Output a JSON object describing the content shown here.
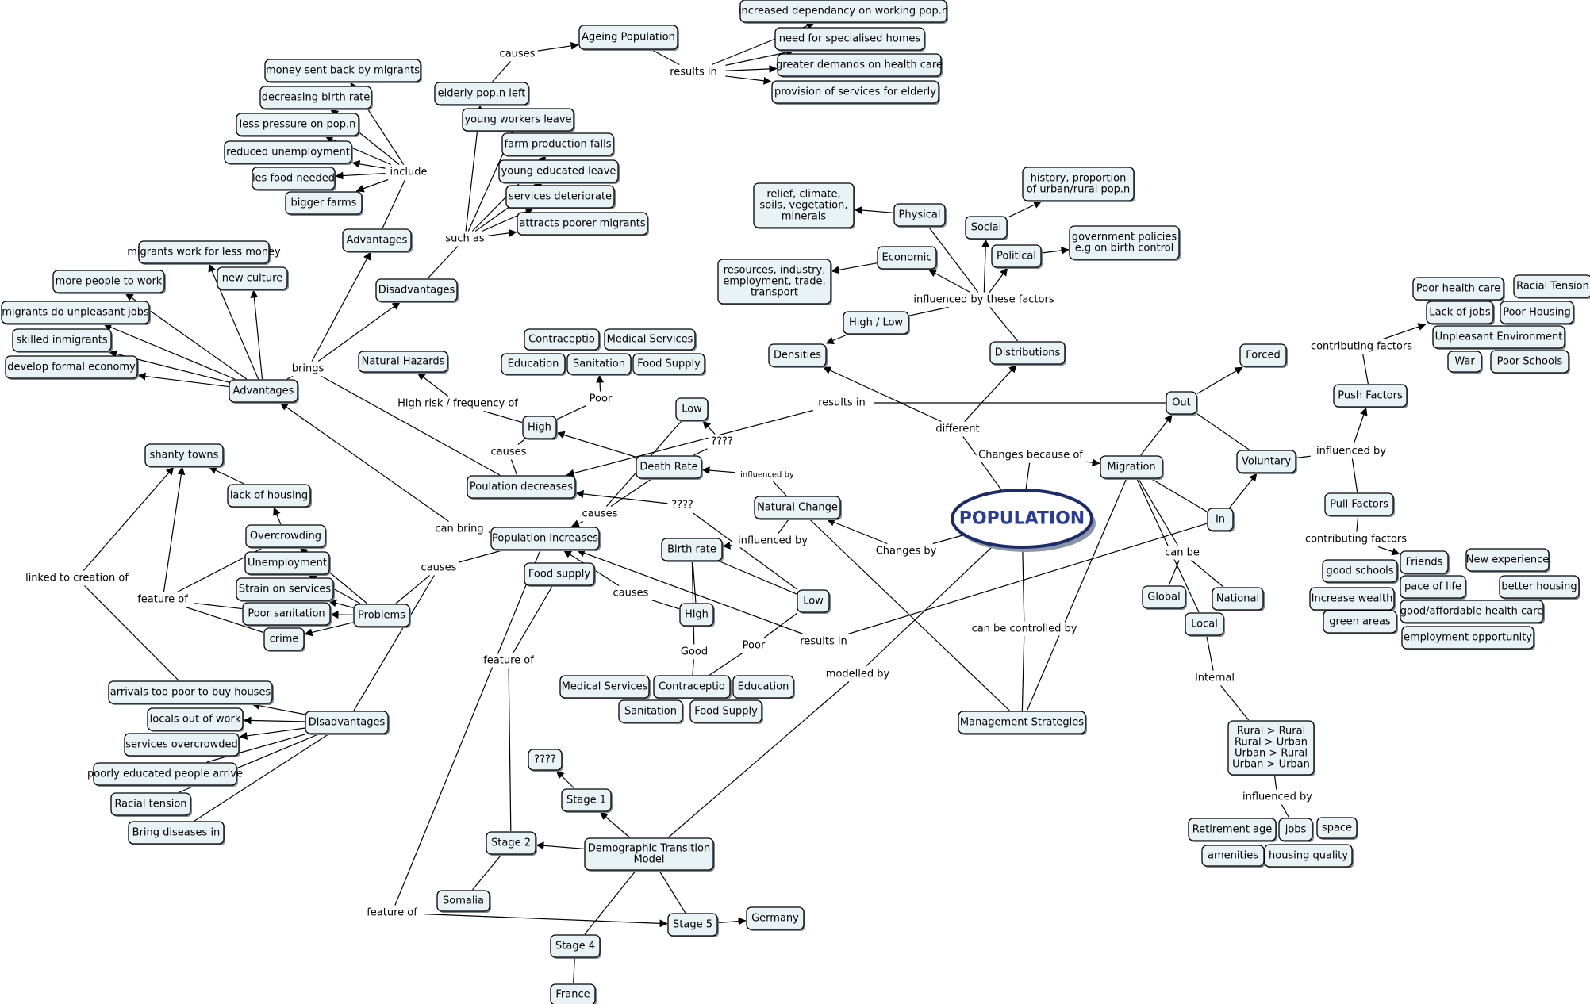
{
  "colors": {
    "concept_fill": "#e9f2f5",
    "main_text": "#2a3a9a",
    "main_border": "#1b2a6b"
  },
  "concepts": [
    {
      "id": "population",
      "text": "POPULATION"
    },
    {
      "id": "ageing",
      "text": "Ageing Population"
    },
    {
      "id": "dep",
      "text": "increased dependancy on working pop.n"
    },
    {
      "id": "homes",
      "text": "need for specialised homes"
    },
    {
      "id": "health",
      "text": "greater demands on health care"
    },
    {
      "id": "provision",
      "text": "provision of services for elderly"
    },
    {
      "id": "elderly",
      "text": "elderly pop.n left"
    },
    {
      "id": "money",
      "text": "money sent back by migrants"
    },
    {
      "id": "decbirth",
      "text": "decreasing birth rate"
    },
    {
      "id": "lesspress",
      "text": "less pressure on pop.n"
    },
    {
      "id": "redunemp",
      "text": "reduced unemployment"
    },
    {
      "id": "lesfood",
      "text": "les food needed"
    },
    {
      "id": "bigfarms",
      "text": "bigger farms"
    },
    {
      "id": "adv_top",
      "text": "Advantages"
    },
    {
      "id": "youngwork",
      "text": "young workers leave"
    },
    {
      "id": "farmfall",
      "text": "farm production falls"
    },
    {
      "id": "youngedu",
      "text": "young educated leave"
    },
    {
      "id": "servdet",
      "text": "services deteriorate"
    },
    {
      "id": "poormig",
      "text": "attracts poorer migrants"
    },
    {
      "id": "disadv_top",
      "text": "Disadvantages"
    },
    {
      "id": "miglessmoney",
      "text": "migrants work for less money"
    },
    {
      "id": "morepeople",
      "text": "more people to work"
    },
    {
      "id": "newculture",
      "text": "new culture"
    },
    {
      "id": "unpleasant",
      "text": "migrants do unpleasant jobs"
    },
    {
      "id": "skilled",
      "text": "skilled inmigrants"
    },
    {
      "id": "formal",
      "text": "develop formal economy"
    },
    {
      "id": "adv_left",
      "text": "Advantages"
    },
    {
      "id": "hazards",
      "text": "Natural Hazards"
    },
    {
      "id": "contra1",
      "text": "Contraceptio"
    },
    {
      "id": "med1",
      "text": "Medical Services"
    },
    {
      "id": "edu1",
      "text": "Education"
    },
    {
      "id": "sani1",
      "text": "Sanitation"
    },
    {
      "id": "food1",
      "text": "Food Supply"
    },
    {
      "id": "high1",
      "text": "High"
    },
    {
      "id": "low1",
      "text": "Low"
    },
    {
      "id": "deathrate",
      "text": "Death Rate"
    },
    {
      "id": "popdec",
      "text": "Poulation decreases"
    },
    {
      "id": "popinc",
      "text": "Population increases"
    },
    {
      "id": "foodsup2",
      "text": "Food supply"
    },
    {
      "id": "birthrate",
      "text": "Birth rate"
    },
    {
      "id": "high2",
      "text": "High"
    },
    {
      "id": "low2",
      "text": "Low"
    },
    {
      "id": "natchange",
      "text": "Natural Change"
    },
    {
      "id": "med2",
      "text": "Medical Services"
    },
    {
      "id": "contra2",
      "text": "Contraceptio"
    },
    {
      "id": "edu2",
      "text": "Education"
    },
    {
      "id": "sani2",
      "text": "Sanitation"
    },
    {
      "id": "food2",
      "text": "Food Supply"
    },
    {
      "id": "shanty",
      "text": "shanty towns"
    },
    {
      "id": "lackhousing",
      "text": "lack of housing"
    },
    {
      "id": "overcrowd",
      "text": "Overcrowding"
    },
    {
      "id": "unemp",
      "text": "Unemployment"
    },
    {
      "id": "strain",
      "text": "Strain on services"
    },
    {
      "id": "poorsani",
      "text": "Poor sanitation"
    },
    {
      "id": "crime",
      "text": "crime"
    },
    {
      "id": "problems",
      "text": "Problems"
    },
    {
      "id": "arrivals",
      "text": "arrivals too poor to buy houses"
    },
    {
      "id": "locals",
      "text": "locals out of work"
    },
    {
      "id": "servover",
      "text": "services overcrowded"
    },
    {
      "id": "pooredu",
      "text": "poorly educated people arrive"
    },
    {
      "id": "racial1",
      "text": "Racial tension"
    },
    {
      "id": "diseases",
      "text": "Bring diseases in"
    },
    {
      "id": "disadv_low",
      "text": "Disadvantages"
    },
    {
      "id": "qq_stage",
      "text": "????"
    },
    {
      "id": "stage1",
      "text": "Stage 1"
    },
    {
      "id": "stage2",
      "text": "Stage 2"
    },
    {
      "id": "dtm",
      "text": "Demographic Transition\nModel"
    },
    {
      "id": "somalia",
      "text": "Somalia"
    },
    {
      "id": "stage5",
      "text": "Stage 5"
    },
    {
      "id": "germany",
      "text": "Germany"
    },
    {
      "id": "stage4",
      "text": "Stage 4"
    },
    {
      "id": "france",
      "text": "France"
    },
    {
      "id": "relief",
      "text": "relief, climate,\nsoils, vegetation,\nminerals"
    },
    {
      "id": "physical",
      "text": "Physical"
    },
    {
      "id": "social",
      "text": "Social"
    },
    {
      "id": "history",
      "text": "history, proportion\nof urban/rural pop.n"
    },
    {
      "id": "economic",
      "text": "Economic"
    },
    {
      "id": "political",
      "text": "Political"
    },
    {
      "id": "gov",
      "text": "government policies\ne.g on birth control"
    },
    {
      "id": "resources",
      "text": "resources, industry,\nemployment, trade,\ntransport"
    },
    {
      "id": "highlow",
      "text": "High / Low"
    },
    {
      "id": "densities",
      "text": "Densities"
    },
    {
      "id": "distributions",
      "text": "Distributions"
    },
    {
      "id": "migration",
      "text": "Migration"
    },
    {
      "id": "out",
      "text": "Out"
    },
    {
      "id": "forced",
      "text": "Forced"
    },
    {
      "id": "voluntary",
      "text": "Voluntary"
    },
    {
      "id": "in",
      "text": "In"
    },
    {
      "id": "global",
      "text": "Global"
    },
    {
      "id": "national",
      "text": "National"
    },
    {
      "id": "local",
      "text": "Local"
    },
    {
      "id": "ruralurban",
      "text": "Rural > Rural\nRural > Urban\nUrban > Rural\nUrban > Urban"
    },
    {
      "id": "retire",
      "text": "Retirement age"
    },
    {
      "id": "jobs",
      "text": "jobs"
    },
    {
      "id": "space",
      "text": "space"
    },
    {
      "id": "amenities",
      "text": "amenities"
    },
    {
      "id": "housingq",
      "text": "housing quality"
    },
    {
      "id": "mgmt",
      "text": "Management Strategies"
    },
    {
      "id": "push",
      "text": "Push Factors"
    },
    {
      "id": "pull",
      "text": "Pull Factors"
    },
    {
      "id": "poorhealth",
      "text": "Poor health care"
    },
    {
      "id": "racial2",
      "text": "Racial Tension"
    },
    {
      "id": "lackjobs",
      "text": "Lack of jobs"
    },
    {
      "id": "poorhousing",
      "text": "Poor Housing"
    },
    {
      "id": "unplenv",
      "text": "Unpleasant Environment"
    },
    {
      "id": "war",
      "text": "War"
    },
    {
      "id": "poorschools",
      "text": "Poor Schools"
    },
    {
      "id": "goodschools",
      "text": "good schools"
    },
    {
      "id": "friends",
      "text": "Friends"
    },
    {
      "id": "newexp",
      "text": "New experience"
    },
    {
      "id": "pace",
      "text": "pace of life"
    },
    {
      "id": "betterhousing",
      "text": "better housing"
    },
    {
      "id": "wealth",
      "text": "Increase wealth"
    },
    {
      "id": "goodhealth",
      "text": "good/affordable health care"
    },
    {
      "id": "green",
      "text": "green areas"
    },
    {
      "id": "employ",
      "text": "employment opportunity"
    }
  ],
  "links": [
    {
      "id": "l_causes_top",
      "text": "causes"
    },
    {
      "id": "l_results_top",
      "text": "results in"
    },
    {
      "id": "l_include",
      "text": "include"
    },
    {
      "id": "l_suchas",
      "text": "such as"
    },
    {
      "id": "l_brings",
      "text": "brings"
    },
    {
      "id": "l_highrisk",
      "text": "High risk / frequency of"
    },
    {
      "id": "l_poor1",
      "text": "Poor"
    },
    {
      "id": "l_causes_high",
      "text": "causes"
    },
    {
      "id": "l_qq1",
      "text": "????"
    },
    {
      "id": "l_qq2",
      "text": "????"
    },
    {
      "id": "l_infl_small",
      "text": "influenced by",
      "small": true
    },
    {
      "id": "l_causes_mid",
      "text": "causes"
    },
    {
      "id": "l_infl_nat",
      "text": "influenced by"
    },
    {
      "id": "l_canbring",
      "text": "can bring"
    },
    {
      "id": "l_causes_prob",
      "text": "causes"
    },
    {
      "id": "l_causes_birth",
      "text": "causes"
    },
    {
      "id": "l_good",
      "text": "Good"
    },
    {
      "id": "l_poor2",
      "text": "Poor"
    },
    {
      "id": "l_results_mid",
      "text": "results in"
    },
    {
      "id": "l_featureof1",
      "text": "feature of"
    },
    {
      "id": "l_featureof2",
      "text": "feature of"
    },
    {
      "id": "l_featureof3",
      "text": "feature of"
    },
    {
      "id": "l_linked",
      "text": "linked to creation of"
    },
    {
      "id": "l_modelled",
      "text": "modelled by"
    },
    {
      "id": "l_changesby",
      "text": "Changes by"
    },
    {
      "id": "l_canctrl",
      "text": "can be controlled by"
    },
    {
      "id": "l_changesbecause",
      "text": "Changes because of"
    },
    {
      "id": "l_different",
      "text": "different"
    },
    {
      "id": "l_results_out",
      "text": "results in"
    },
    {
      "id": "l_infl_factors",
      "text": "influenced by these factors"
    },
    {
      "id": "l_canbe",
      "text": "can be"
    },
    {
      "id": "l_internal",
      "text": "Internal"
    },
    {
      "id": "l_infl_rural",
      "text": "influenced by"
    },
    {
      "id": "l_infl_vol",
      "text": "influenced by"
    },
    {
      "id": "l_contrib_push",
      "text": "contributing factors"
    },
    {
      "id": "l_contrib_pull",
      "text": "contributing factors"
    }
  ]
}
